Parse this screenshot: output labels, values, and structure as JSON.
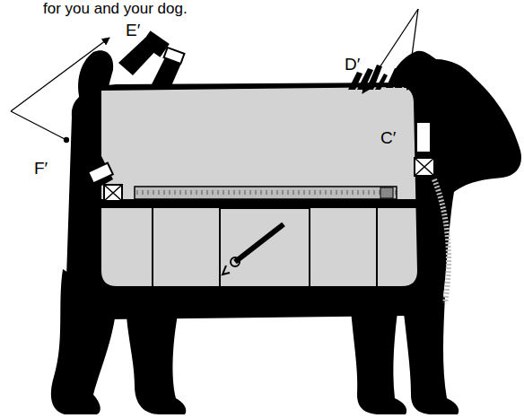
{
  "diagram": {
    "labels": [
      "for you and your dog.",
      "E′",
      "D′",
      "C′",
      "F′"
    ]
  }
}
